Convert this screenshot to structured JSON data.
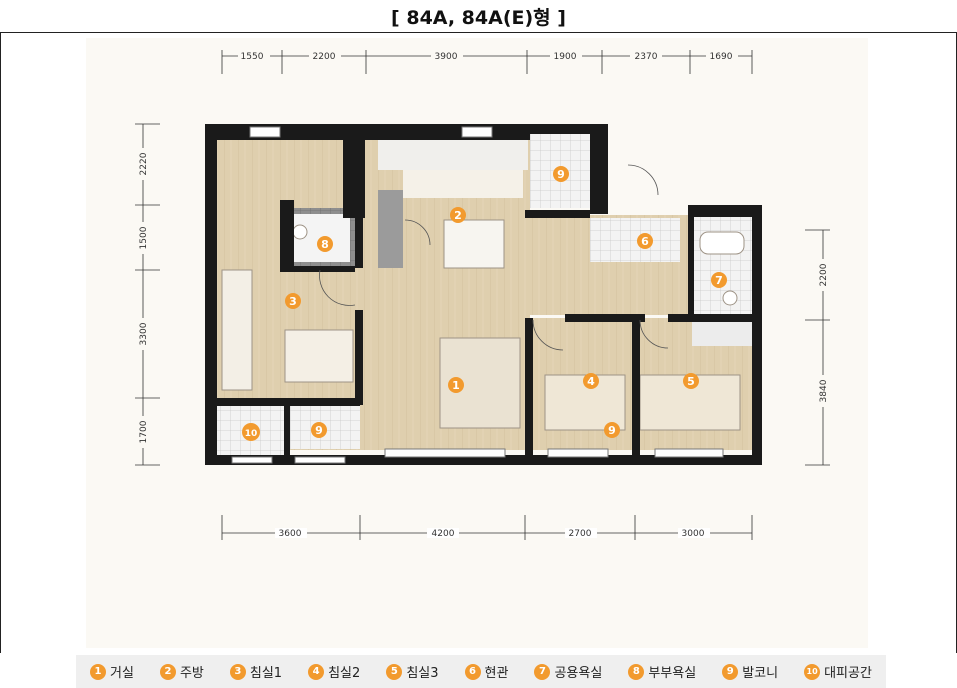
{
  "title": "[  84A,  84A(E)형  ]",
  "dimensions": {
    "top": [
      "1550",
      "2200",
      "3900",
      "1900",
      "2370",
      "1690"
    ],
    "bottom": [
      "3600",
      "4200",
      "2700",
      "3000"
    ],
    "left": [
      "2220",
      "1500",
      "3300",
      "1700"
    ],
    "right": [
      "2200",
      "3840"
    ]
  },
  "rooms": [
    {
      "num": "1",
      "label": "거실"
    },
    {
      "num": "2",
      "label": "주방"
    },
    {
      "num": "3",
      "label": "침실1"
    },
    {
      "num": "4",
      "label": "침실2"
    },
    {
      "num": "5",
      "label": "침실3"
    },
    {
      "num": "6",
      "label": "현관"
    },
    {
      "num": "7",
      "label": "공용욕실"
    },
    {
      "num": "8",
      "label": "부부욕실"
    },
    {
      "num": "9",
      "label": "발코니"
    },
    {
      "num": "10",
      "label": "대피공간"
    }
  ],
  "colors": {
    "marker": "#f29a2e",
    "wall": "#1a1a1a",
    "floor": "#dcc9a4"
  }
}
